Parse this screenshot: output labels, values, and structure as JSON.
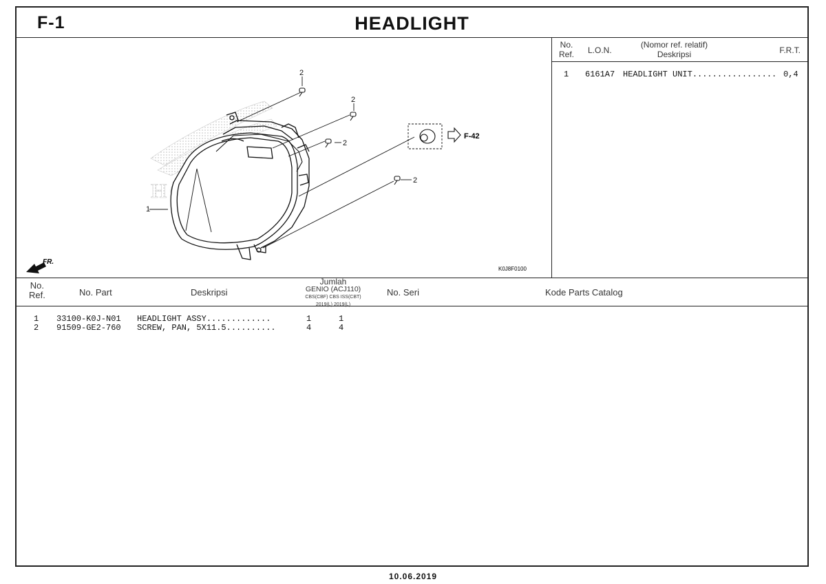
{
  "header": {
    "figure_no": "F-1",
    "title": "HEADLIGHT"
  },
  "diagram": {
    "callouts": {
      "c1": "1",
      "c2a": "2",
      "c2b": "2",
      "c2c": "2",
      "c2d": "2",
      "ref_arrow": "F-42",
      "fr": "FR.",
      "code": "K0J8F0100",
      "watermark": "HONDA"
    }
  },
  "ref_panel": {
    "head": {
      "no": "No.",
      "ref": "Ref.",
      "lon": "L.O.N.",
      "desc1": "(Nomor ref. relatif)",
      "desc2": "Deskripsi",
      "frt": "F.R.T."
    },
    "rows": [
      {
        "no": "1",
        "lon": "6161A7",
        "desc": "HEADLIGHT UNIT.................",
        "frt": "0,4"
      }
    ]
  },
  "parts_table": {
    "head": {
      "no": "No.",
      "ref": "Ref.",
      "part": "No. Part",
      "desc": "Deskripsi",
      "qty_title": "Jumlah",
      "qty_model": "GENIO (ACJ110)",
      "qty_col1": "CBS(CBF) CBS ISS(CBT)",
      "qty_col2": "2019(L)      2019(L)",
      "seri": "No. Seri",
      "kode": "Kode Parts Catalog"
    },
    "rows": [
      {
        "no": "1",
        "part": "33100-K0J-N01",
        "desc": "HEADLIGHT ASSY.............",
        "q1": "1",
        "q2": "1"
      },
      {
        "no": "2",
        "part": "91509-GE2-760",
        "desc": "SCREW, PAN, 5X11.5..........",
        "q1": "4",
        "q2": "4"
      }
    ]
  },
  "footer": {
    "date": "10.06.2019"
  }
}
